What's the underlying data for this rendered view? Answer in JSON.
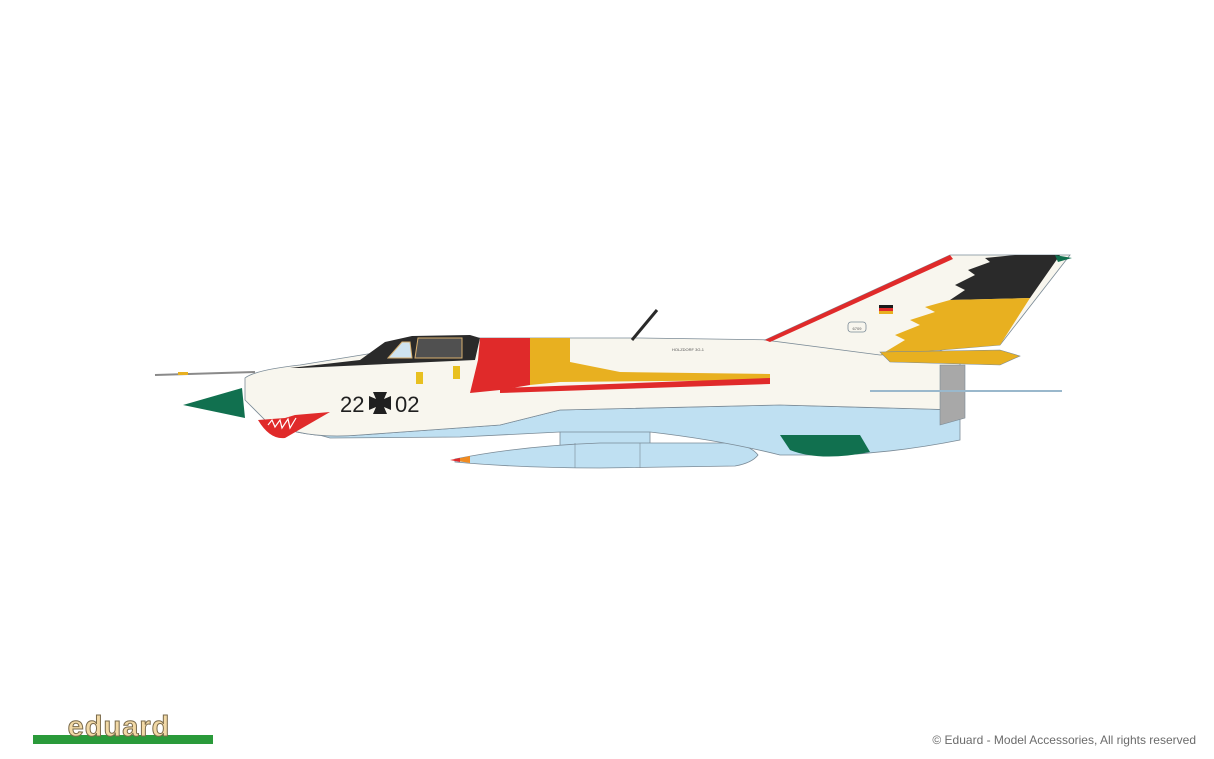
{
  "illustration": {
    "subject": "MiG-21 side profile",
    "fuselage_code": "22+02",
    "fuselage_code_left": "22",
    "fuselage_code_right": "02",
    "stencil_spine": "HOLZDORF 3G-1",
    "tail_box_text": "6709",
    "colors": {
      "background": "#ffffff",
      "fuselage_white": "#f8f6ee",
      "underside_blue": "#bfe0f2",
      "red": "#e02a2a",
      "yellow_ochre": "#e8b020",
      "black": "#2a2a2a",
      "green": "#11704f",
      "canopy_frame": "#3a3a3a",
      "outline": "#7a8a96"
    },
    "markings": [
      "shark-mouth",
      "iron-cross",
      "german-flag",
      "tail-sawtooth",
      "nose-cone-green"
    ]
  },
  "footer": {
    "logo_text": "eduard",
    "copyright": "© Eduard - Model Accessories, All rights reserved"
  }
}
